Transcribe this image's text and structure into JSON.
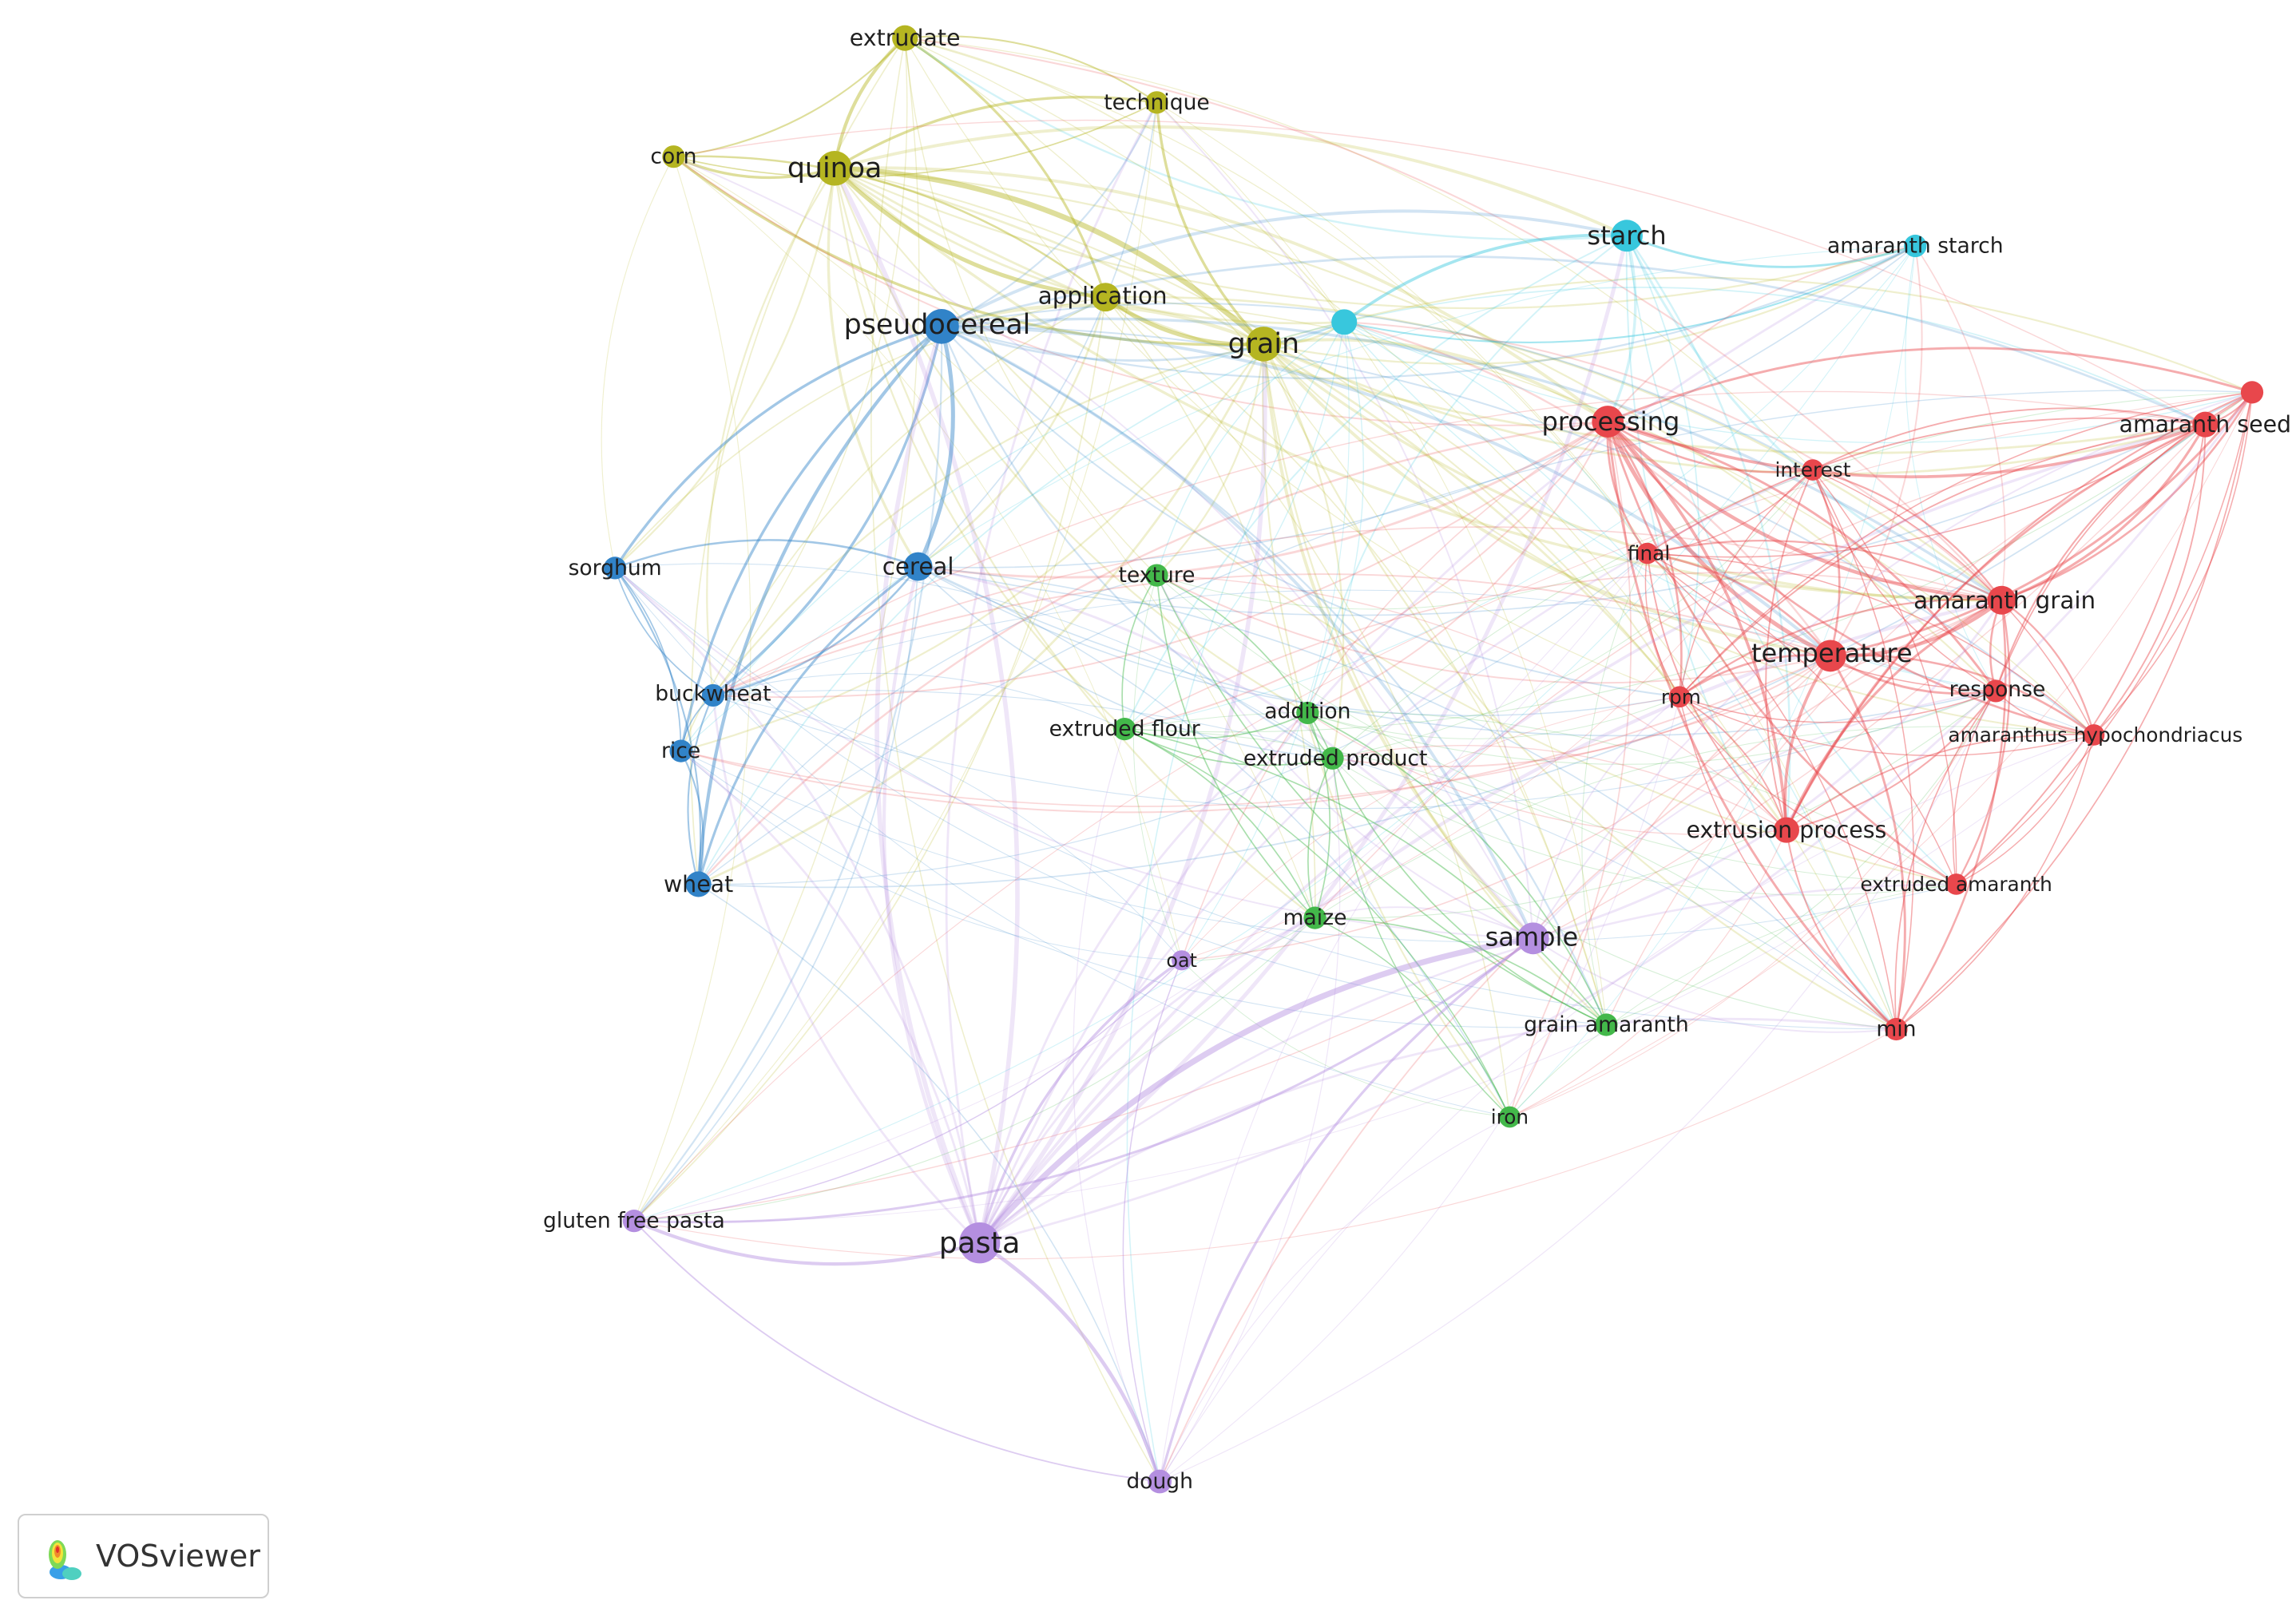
{
  "colors": {
    "red": "#e8474c",
    "green": "#43b84a",
    "blue": "#3183c8",
    "yellow": "#b5b521",
    "purple": "#b48fe0",
    "cyan": "#38c7dd"
  },
  "nodes": [
    {
      "id": "extrudate",
      "label": "extrudate",
      "cluster": "yellow",
      "weight": 2.5
    },
    {
      "id": "technique",
      "label": "technique",
      "cluster": "yellow",
      "weight": 2
    },
    {
      "id": "corn",
      "label": "corn",
      "cluster": "yellow",
      "weight": 2
    },
    {
      "id": "quinoa",
      "label": "quinoa",
      "cluster": "yellow",
      "weight": 4
    },
    {
      "id": "application",
      "label": "application",
      "cluster": "yellow",
      "weight": 3
    },
    {
      "id": "grain",
      "label": "grain",
      "cluster": "yellow",
      "weight": 4
    },
    {
      "id": "starch",
      "label": "starch",
      "cluster": "cyan",
      "weight": 3.5
    },
    {
      "id": "amaranth_starch",
      "label": "amaranth starch",
      "cluster": "cyan",
      "weight": 2
    },
    {
      "id": "cyan_node",
      "label": "",
      "cluster": "cyan",
      "weight": 2.5
    },
    {
      "id": "pseudocereal",
      "label": "pseudocereal",
      "cluster": "blue",
      "weight": 4
    },
    {
      "id": "cereal",
      "label": "cereal",
      "cluster": "blue",
      "weight": 3
    },
    {
      "id": "sorghum",
      "label": "sorghum",
      "cluster": "blue",
      "weight": 2
    },
    {
      "id": "buckwheat",
      "label": "buckwheat",
      "cluster": "blue",
      "weight": 2
    },
    {
      "id": "rice",
      "label": "rice",
      "cluster": "blue",
      "weight": 2
    },
    {
      "id": "wheat",
      "label": "wheat",
      "cluster": "blue",
      "weight": 2.5
    },
    {
      "id": "texture",
      "label": "texture",
      "cluster": "green",
      "weight": 2
    },
    {
      "id": "addition",
      "label": "addition",
      "cluster": "green",
      "weight": 2
    },
    {
      "id": "extruded_flour",
      "label": "extruded flour",
      "cluster": "green",
      "weight": 2
    },
    {
      "id": "extruded_product",
      "label": "extruded product",
      "cluster": "green",
      "weight": 2
    },
    {
      "id": "maize",
      "label": "maize",
      "cluster": "green",
      "weight": 2
    },
    {
      "id": "grain_amaranth",
      "label": "grain amaranth",
      "cluster": "green",
      "weight": 2
    },
    {
      "id": "iron",
      "label": "iron",
      "cluster": "green",
      "weight": 1.8
    },
    {
      "id": "processing",
      "label": "processing",
      "cluster": "red",
      "weight": 3.5
    },
    {
      "id": "interest",
      "label": "interest",
      "cluster": "red",
      "weight": 1.8
    },
    {
      "id": "final",
      "label": "final",
      "cluster": "red",
      "weight": 1.8
    },
    {
      "id": "amaranth_seed",
      "label": "amaranth seed",
      "cluster": "red",
      "weight": 2.5
    },
    {
      "id": "amaranth_grain",
      "label": "amaranth grain",
      "cluster": "red",
      "weight": 3
    },
    {
      "id": "temperature",
      "label": "temperature",
      "cluster": "red",
      "weight": 3.5
    },
    {
      "id": "response",
      "label": "response",
      "cluster": "red",
      "weight": 2
    },
    {
      "id": "rpm",
      "label": "rpm",
      "cluster": "red",
      "weight": 1.8
    },
    {
      "id": "amaranthus_hypochondriacus",
      "label": "amaranthus hypochondriacus",
      "cluster": "red",
      "weight": 1.8
    },
    {
      "id": "extrusion_process",
      "label": "extrusion process",
      "cluster": "red",
      "weight": 2.5
    },
    {
      "id": "extruded_amaranth",
      "label": "extruded amaranth",
      "cluster": "red",
      "weight": 1.8
    },
    {
      "id": "min",
      "label": "min",
      "cluster": "red",
      "weight": 2
    },
    {
      "id": "red_dot",
      "label": "",
      "cluster": "red",
      "weight": 2
    },
    {
      "id": "sample",
      "label": "sample",
      "cluster": "purple",
      "weight": 3.5
    },
    {
      "id": "oat",
      "label": "oat",
      "cluster": "purple",
      "weight": 1.6
    },
    {
      "id": "gluten_free_pasta",
      "label": "gluten free pasta",
      "cluster": "purple",
      "weight": 2
    },
    {
      "id": "pasta",
      "label": "pasta",
      "cluster": "purple",
      "weight": 5
    },
    {
      "id": "dough",
      "label": "dough",
      "cluster": "purple",
      "weight": 2.2
    }
  ],
  "brand": {
    "name": "VOSviewer"
  }
}
